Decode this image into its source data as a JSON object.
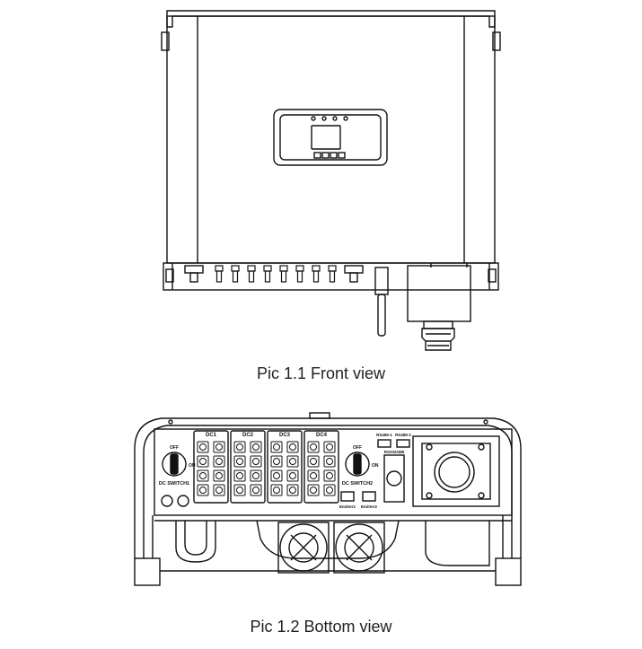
{
  "captions": {
    "front": "Pic 1.1 Front view",
    "bottom": "Pic 1.2 Bottom view"
  },
  "bottom_view": {
    "dc_groups": [
      "DC1",
      "DC2",
      "DC3",
      "DC4"
    ],
    "switch_left": {
      "name": "DC SWITCH1",
      "off": "OFF",
      "on": "ON"
    },
    "switch_right": {
      "name": "DC SWITCH2",
      "off": "OFF",
      "on": "ON"
    },
    "rs485_1": "RS485-1",
    "rs485_2": "RS485-2",
    "rs232": "RS232/485",
    "emitter1": "Emitter1",
    "emitter2": "Emitter2"
  }
}
